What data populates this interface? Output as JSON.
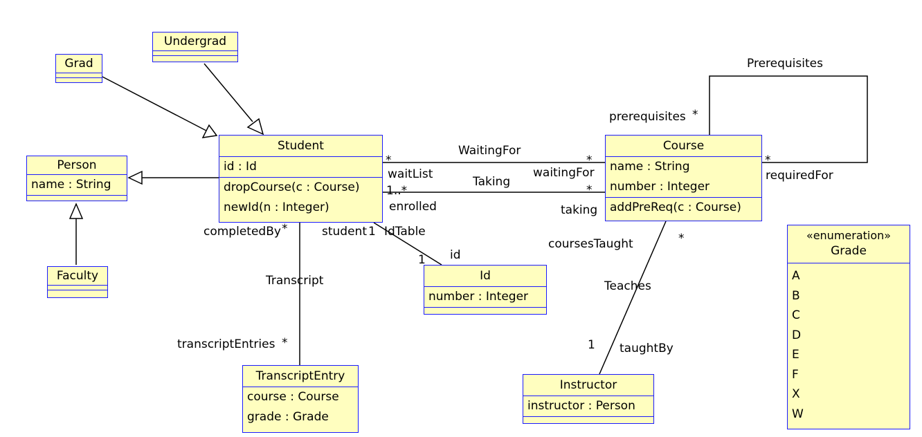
{
  "classes": {
    "grad": {
      "name": "Grad"
    },
    "undergrad": {
      "name": "Undergrad"
    },
    "person": {
      "name": "Person",
      "attrs": [
        "name : String"
      ]
    },
    "faculty": {
      "name": "Faculty"
    },
    "student": {
      "name": "Student",
      "attrs": [
        "id : Id"
      ],
      "ops": [
        "dropCourse(c : Course)",
        "newId(n : Integer)"
      ]
    },
    "course": {
      "name": "Course",
      "attrs": [
        "name : String",
        "number : Integer"
      ],
      "ops": [
        "addPreReq(c : Course)"
      ]
    },
    "id": {
      "name": "Id",
      "attrs": [
        "number : Integer"
      ]
    },
    "transcript_entry": {
      "name": "TranscriptEntry",
      "attrs": [
        "course : Course",
        "grade : Grade"
      ]
    },
    "instructor": {
      "name": "Instructor",
      "attrs": [
        "instructor : Person"
      ]
    },
    "grade": {
      "stereotype": "«enumeration»",
      "name": "Grade",
      "literals": [
        "A",
        "B",
        "C",
        "D",
        "E",
        "F",
        "X",
        "W"
      ]
    }
  },
  "associations": {
    "waiting_for": {
      "name": "WaitingFor",
      "end1_role": "waitList",
      "end1_mult": "*",
      "end2_role": "waitingFor",
      "end2_mult": "*"
    },
    "taking": {
      "name": "Taking",
      "end1_role": "enrolled",
      "end1_mult": "1..*",
      "end2_role": "taking",
      "end2_mult": "*"
    },
    "prerequisites": {
      "name": "Prerequisites",
      "end1_role": "prerequisites",
      "end1_mult": "*",
      "end2_role": "requiredFor",
      "end2_mult": "*"
    },
    "transcript": {
      "name": "Transcript",
      "end1_role": "completedBy",
      "end1_mult": "*",
      "end2_role": "transcriptEntries",
      "end2_mult": "*"
    },
    "id_table": {
      "name": "IdTable",
      "end1_role": "student",
      "end1_mult": "1",
      "end2_role": "id",
      "end2_mult": "1"
    },
    "teaches": {
      "name": "Teaches",
      "end1_role": "coursesTaught",
      "end1_mult": "*",
      "end2_role": "taughtBy",
      "end2_mult": "1"
    }
  },
  "colors": {
    "class_fill": "#fffebf",
    "class_border": "#1a1aff",
    "line": "#000000"
  }
}
